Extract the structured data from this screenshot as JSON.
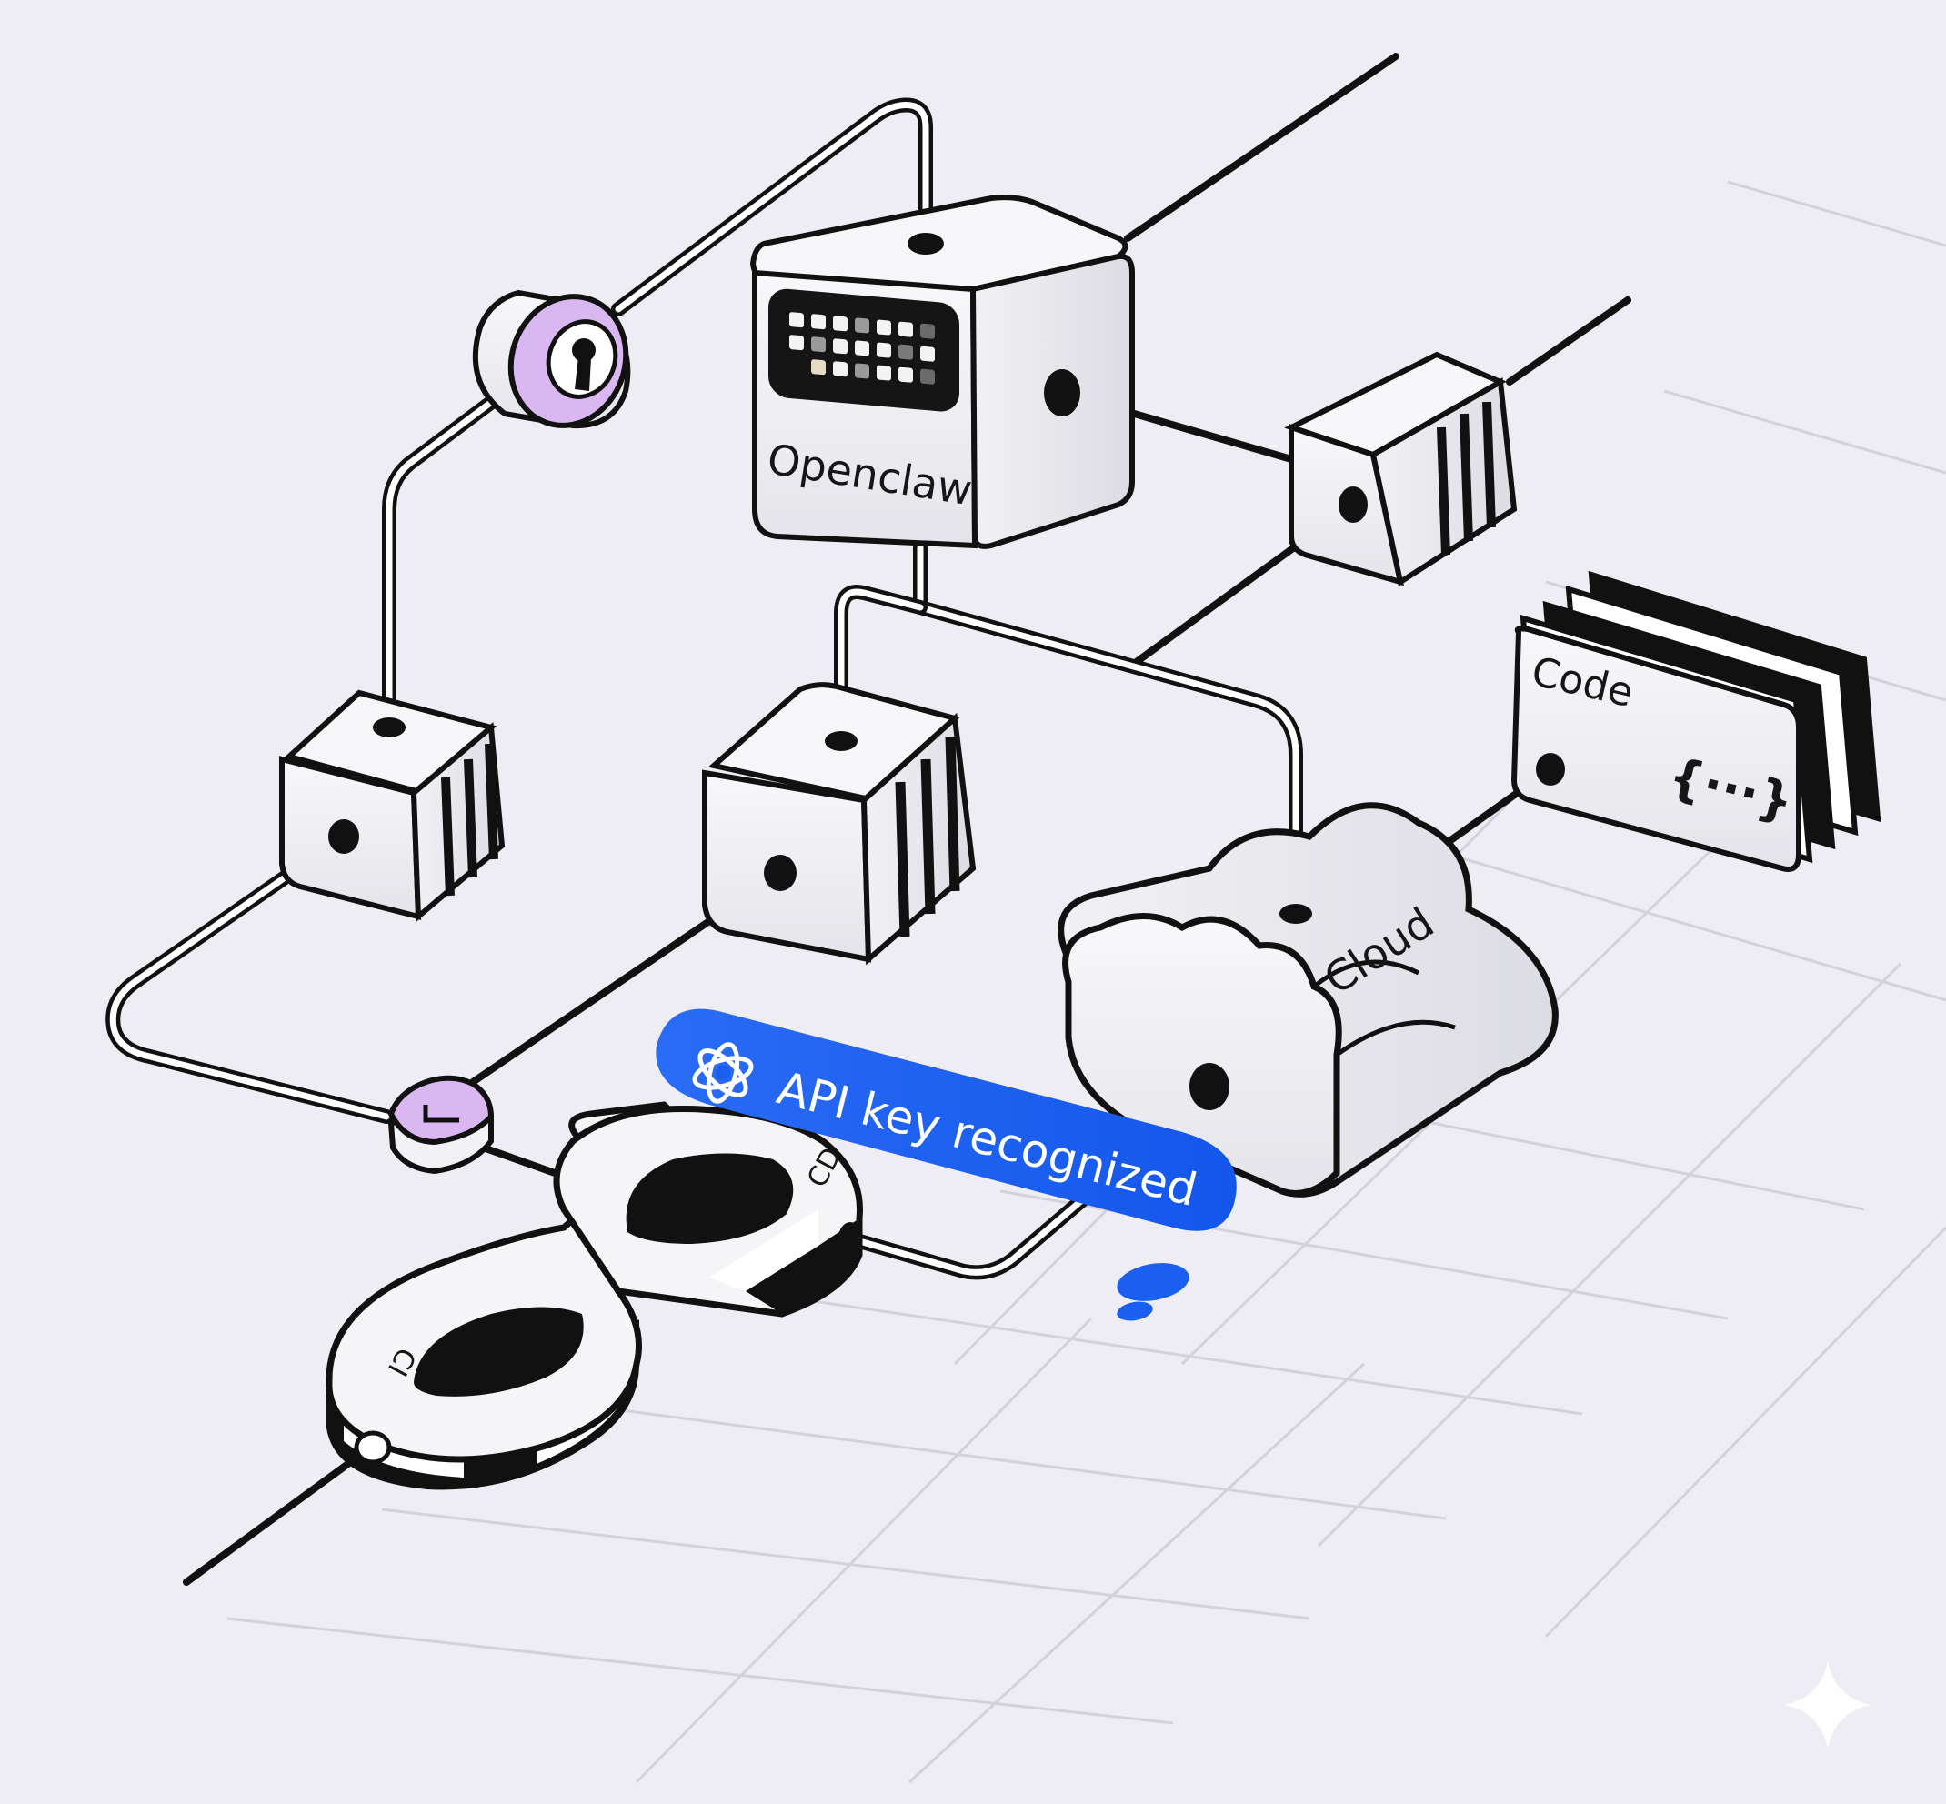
{
  "nodes": {
    "openclaw": {
      "label": "Openclaw"
    },
    "cloud": {
      "label": "Cloud"
    },
    "code": {
      "label": "Code",
      "glyph": "{···}"
    },
    "cicd": {
      "ci_label": "CI",
      "cd_label": "CD"
    }
  },
  "toast": {
    "message": "API key recognized",
    "icon": "openai-logo-icon",
    "color": "#1a5ff0"
  },
  "colors": {
    "background": "#eeedf4",
    "accent_purple": "#d9b8f2",
    "outline": "#111111"
  },
  "icons": [
    "lock-keyhole-icon",
    "shield-icon",
    "sparkle-icon",
    "openai-logo-icon"
  ]
}
